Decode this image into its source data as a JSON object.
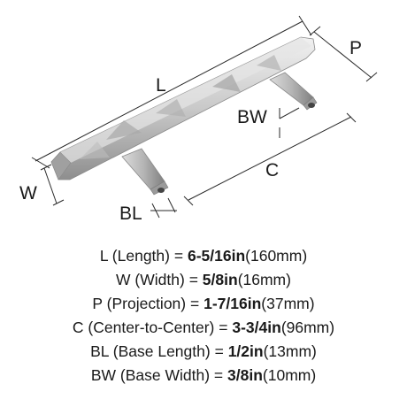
{
  "diagram": {
    "labels": {
      "L": "L",
      "W": "W",
      "P": "P",
      "BW": "BW",
      "C": "C",
      "BL": "BL"
    }
  },
  "specs": [
    {
      "code": "L",
      "name": "(Length)",
      "imperial": "6-5/16in",
      "metric": "(160mm)"
    },
    {
      "code": "W",
      "name": "(Width)",
      "imperial": "5/8in",
      "metric": "(16mm)"
    },
    {
      "code": "P",
      "name": "(Projection)",
      "imperial": "1-7/16in",
      "metric": "(37mm)"
    },
    {
      "code": "C",
      "name": "(Center-to-Center)",
      "imperial": "3-3/4in",
      "metric": "(96mm)"
    },
    {
      "code": "BL",
      "name": "(Base Length)",
      "imperial": "1/2in",
      "metric": "(13mm)"
    },
    {
      "code": "BW",
      "name": "(Base Width)",
      "imperial": "3/8in",
      "metric": "(10mm)"
    }
  ],
  "separator": "="
}
